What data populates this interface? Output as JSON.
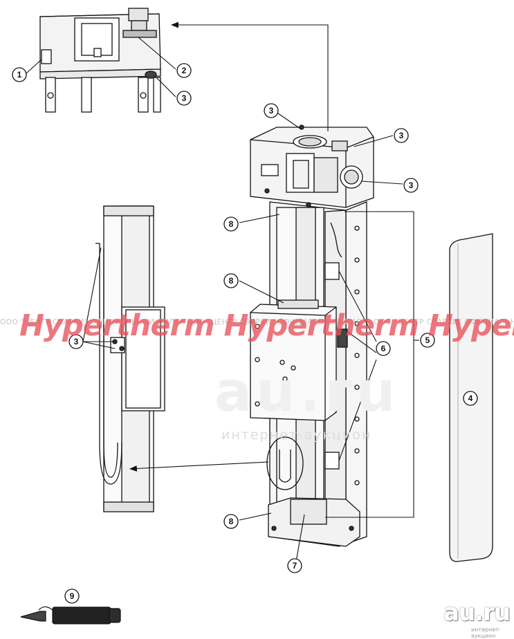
{
  "watermark": {
    "dealer_line": "ООО \"ЦЕНТР СВАРКИ\"  ОФИЦИАЛЬНЫЙ ДИЛЕР   ООО \"ЦЕНТР СВАРКИ\"  ОФИЦИАЛЬНЫЙ ДИЛЕР   ООО \"ЦЕНТР СВАРКИ\"  ОФИЦИАЛЬНЫ",
    "brand": "Hypertherm Hypertherm Hypertherm",
    "site_big": "au.ru",
    "site_sub": "интернет-аукцион"
  },
  "logo": {
    "main": "au.ru",
    "sub": "интернет-аукцион"
  },
  "callouts": [
    {
      "id": "c1",
      "label": "1"
    },
    {
      "id": "c2",
      "label": "2"
    },
    {
      "id": "c3a",
      "label": "3"
    },
    {
      "id": "c3b",
      "label": "3"
    },
    {
      "id": "c3c",
      "label": "3"
    },
    {
      "id": "c3d",
      "label": "3"
    },
    {
      "id": "c3e",
      "label": "3"
    },
    {
      "id": "c4",
      "label": "4"
    },
    {
      "id": "c5",
      "label": "5"
    },
    {
      "id": "c6",
      "label": "6"
    },
    {
      "id": "c7",
      "label": "7"
    },
    {
      "id": "c8a",
      "label": "8"
    },
    {
      "id": "c8b",
      "label": "8"
    },
    {
      "id": "c8c",
      "label": "8"
    },
    {
      "id": "c9",
      "label": "9"
    }
  ]
}
